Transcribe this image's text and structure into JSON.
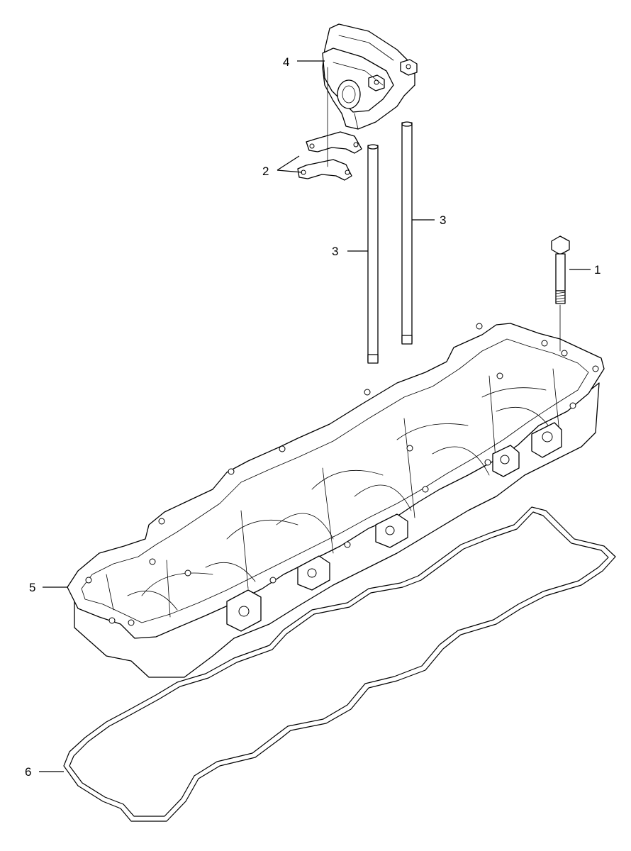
{
  "callouts": [
    {
      "id": "bolt",
      "label": "1"
    },
    {
      "id": "brackets",
      "label": "2"
    },
    {
      "id": "rod-left",
      "label": "3"
    },
    {
      "id": "rod-right",
      "label": "3"
    },
    {
      "id": "housing",
      "label": "4"
    },
    {
      "id": "cover",
      "label": "5"
    },
    {
      "id": "gasket",
      "label": "6"
    }
  ]
}
